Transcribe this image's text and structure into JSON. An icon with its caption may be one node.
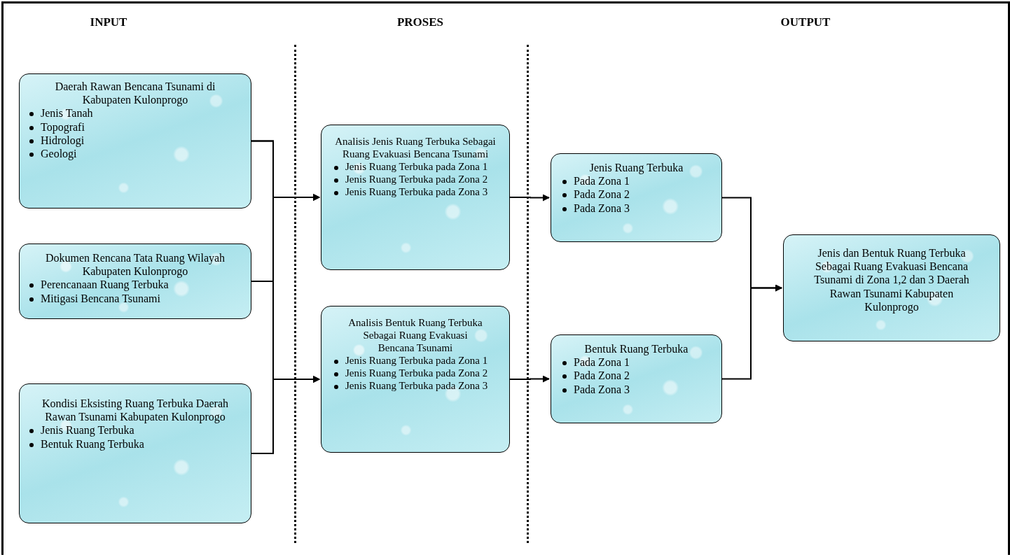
{
  "diagram": {
    "nodes": [
      {
        "text": [
          "Daerah Rawan Bencana Tsunami di Kabupaten Kulonprogo",
          "Jenis Tanah",
          "Topografi",
          "Hidrologi",
          "Geologi"
        ]
      },
      {
        "text": [
          "Dokumen Rencana Tata Ruang Wilayah Kabupaten Kulonprogo",
          "Perencanaan Ruang Terbuka",
          "Mitigasi Bencana Tsunami"
        ]
      },
      {
        "text": [
          "Kondisi Eksisting Ruang Terbuka Daerah Rawan Tsunami Kabupaten Kulonprogo",
          "Jenis Ruang Terbuka",
          "Bentuk Ruang Terbuka"
        ]
      },
      {
        "text": [
          "Analisis Jenis Ruang Terbuka Sebagai Ruang Evakuasi Bencana Tsunami",
          "Jenis Ruang Terbuka pada Zona 1",
          "Jenis Ruang Terbuka pada Zona 2",
          "Jenis Ruang Terbuka pada Zona 3"
        ]
      },
      {
        "text": [
          "Analisis Bentuk Ruang Terbuka Sebagai Ruang Evakuasi Bencana Tsunami",
          "Jenis Ruang Terbuka pada Zona 1",
          "Jenis Ruang Terbuka pada Zona 2",
          "Jenis Ruang Terbuka pada Zona 3"
        ]
      },
      {
        "text": [
          "Jenis Ruang Terbuka",
          "Pada Zona 1",
          "Pada Zona 2",
          "Pada Zona 3"
        ]
      },
      {
        "text": [
          "Bentuk Ruang Terbuka",
          "Pada Zona 1",
          "Pada Zona 2",
          "Pada Zona 3"
        ]
      },
      {
        "text": [
          "Jenis dan Bentuk Ruang Terbuka Sebagai Ruang Evakuasi Bencana Tsunami di Zona 1,2 dan 3 Daerah Rawan Tsunami Kabupaten Kulonprogo"
        ]
      }
    ],
    "edges": [
      {
        "from": 0,
        "to": 3,
        "arrow": "to"
      },
      {
        "from": 1,
        "to": 3,
        "arrow": "to"
      },
      {
        "from": 2,
        "to": 3,
        "arrow": "to"
      },
      {
        "from": 0,
        "to": 4,
        "arrow": "to"
      },
      {
        "from": 1,
        "to": 4,
        "arrow": "to"
      },
      {
        "from": 2,
        "to": 4,
        "arrow": "to"
      },
      {
        "from": 3,
        "to": 5,
        "arrow": "to"
      },
      {
        "from": 4,
        "to": 6,
        "arrow": "to"
      },
      {
        "from": 5,
        "to": 7,
        "arrow": "to"
      },
      {
        "from": 6,
        "to": 7,
        "arrow": "to"
      }
    ],
    "labels": [
      "INPUT",
      "PROSES",
      "OUTPUT"
    ]
  }
}
